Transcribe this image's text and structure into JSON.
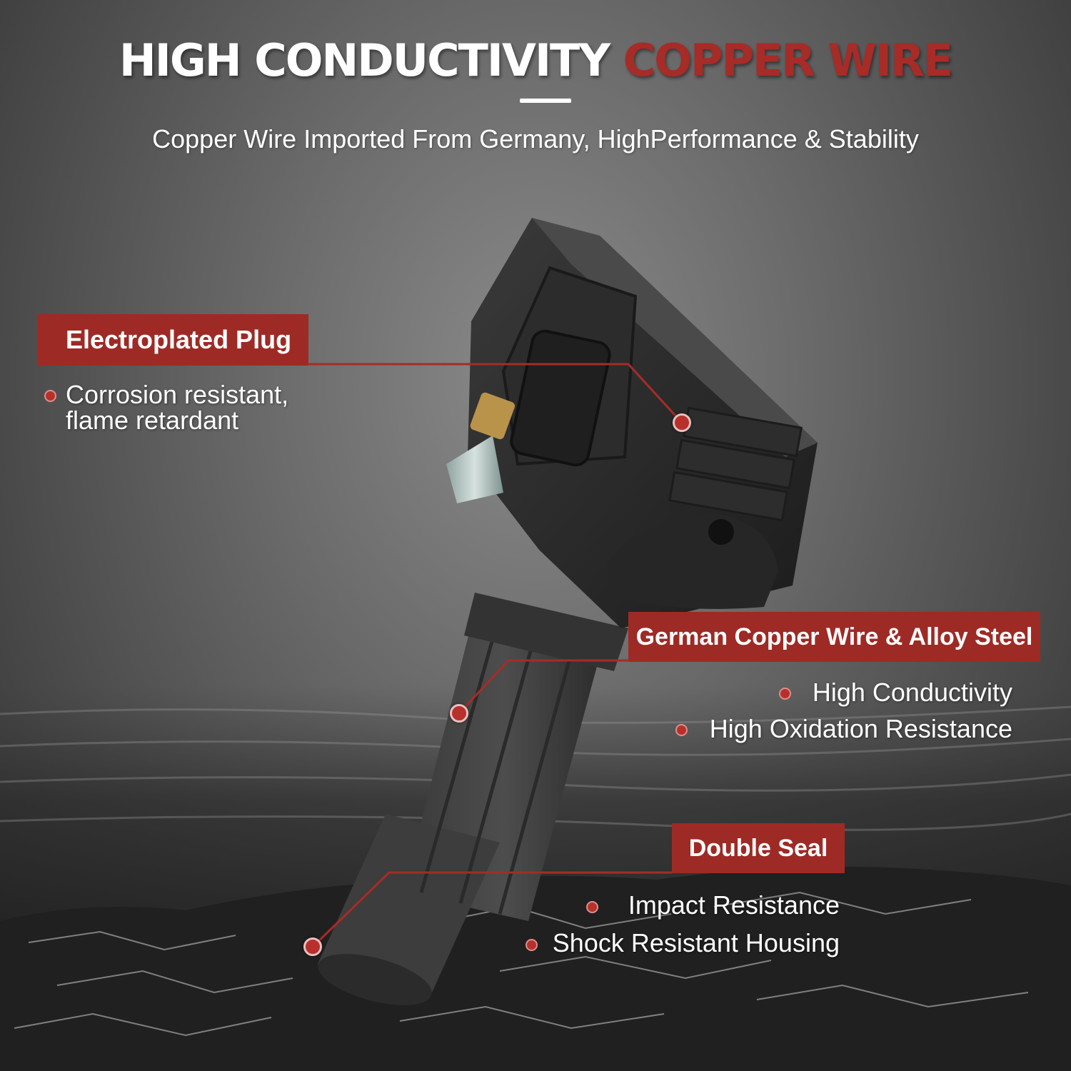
{
  "header": {
    "title_main": "HIGH CONDUCTIVITY ",
    "title_accent": "COPPER WIRE",
    "subtitle": "Copper Wire Imported From Germany, HighPerformance & Stability"
  },
  "colors": {
    "accent": "#a72b27",
    "label_bg": "#9e2a25",
    "text": "#ffffff"
  },
  "callouts": [
    {
      "label": "Electroplated Plug",
      "bullets": [
        "Corrosion resistant,",
        "flame retardant"
      ]
    },
    {
      "label": "German Copper Wire & Alloy Steel",
      "bullets": [
        "High Conductivity",
        "High Oxidation Resistance"
      ]
    },
    {
      "label": "Double Seal",
      "bullets": [
        "Impact Resistance",
        "Shock Resistant Housing"
      ]
    }
  ]
}
